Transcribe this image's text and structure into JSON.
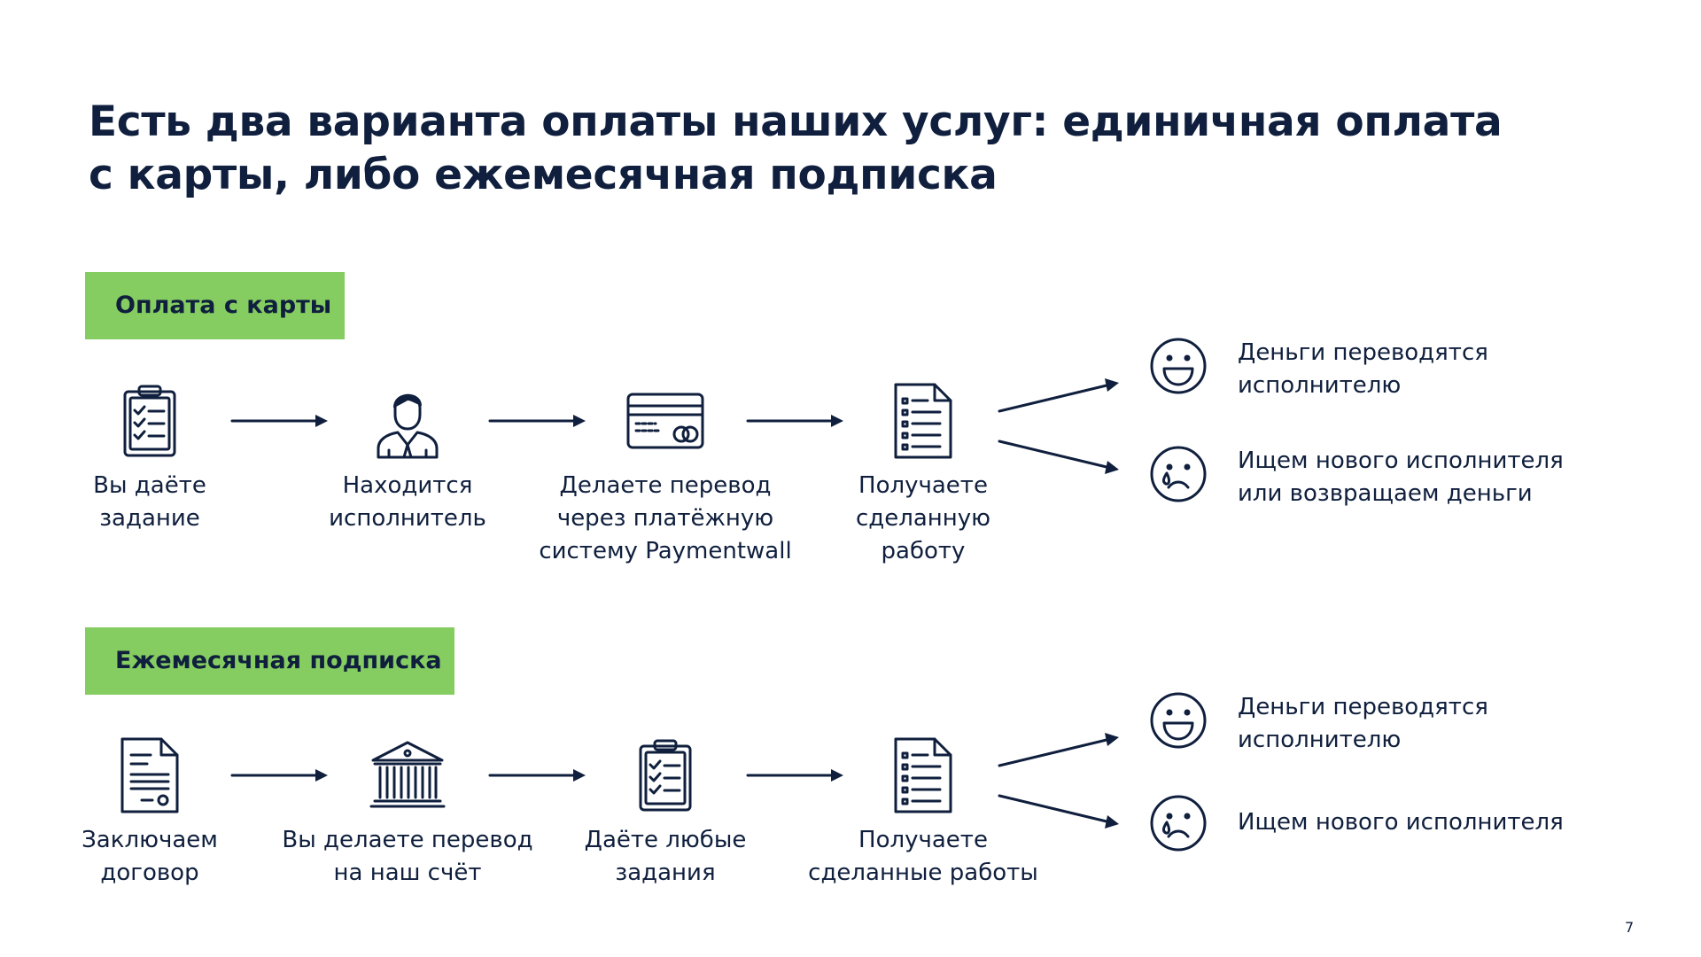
{
  "title": {
    "line1": "Есть два варианта оплаты наших услуг: единичная оплата",
    "line2": "с карты, либо ежемесячная подписка"
  },
  "colors": {
    "text": "#0f1f3d",
    "accent": "#85cd61",
    "background": "#ffffff"
  },
  "card_flow": {
    "badge": "Оплата с карты",
    "steps": [
      {
        "icon": "clipboard-checklist-icon",
        "lines": [
          "Вы даёте",
          "задание"
        ]
      },
      {
        "icon": "person-icon",
        "lines": [
          "Находится",
          "исполнитель"
        ]
      },
      {
        "icon": "credit-card-icon",
        "lines": [
          "Делаете перевод",
          "через платёжную",
          "систему Paymentwall"
        ]
      },
      {
        "icon": "document-list-icon",
        "lines": [
          "Получаете",
          "сделанную",
          "работу"
        ]
      }
    ],
    "outcomes": [
      {
        "icon": "happy-face-icon",
        "lines": [
          "Деньги переводятся",
          "исполнителю"
        ]
      },
      {
        "icon": "sad-face-icon",
        "lines": [
          "Ищем нового исполнителя",
          "или возвращаем деньги"
        ]
      }
    ]
  },
  "subscription_flow": {
    "badge": "Ежемесячная подписка",
    "steps": [
      {
        "icon": "contract-document-icon",
        "lines": [
          "Заключаем",
          "договор"
        ]
      },
      {
        "icon": "bank-icon",
        "lines": [
          "Вы делаете перевод",
          "на наш счёт"
        ]
      },
      {
        "icon": "clipboard-checklist-icon",
        "lines": [
          "Даёте любые",
          "задания"
        ]
      },
      {
        "icon": "document-list-icon",
        "lines": [
          "Получаете",
          "сделанные работы"
        ]
      }
    ],
    "outcomes": [
      {
        "icon": "happy-face-icon",
        "lines": [
          "Деньги переводятся",
          "исполнителю"
        ]
      },
      {
        "icon": "sad-face-icon",
        "lines": [
          "Ищем нового исполнителя"
        ]
      }
    ]
  },
  "page_number": "7"
}
